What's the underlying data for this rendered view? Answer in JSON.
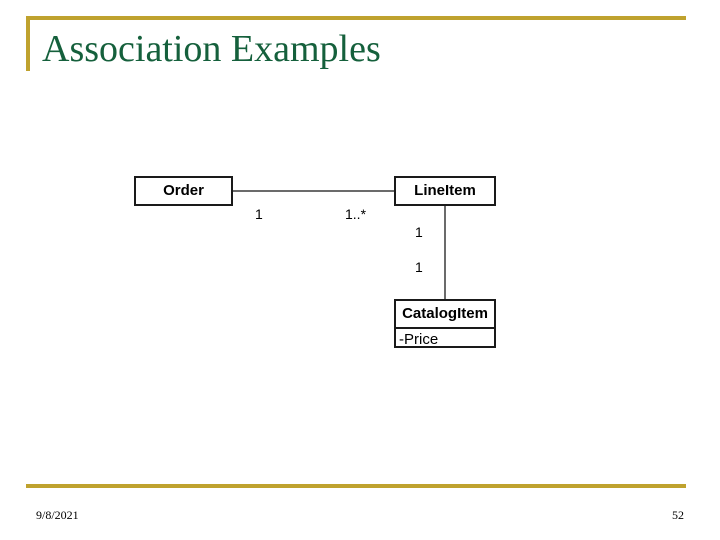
{
  "slide": {
    "title": "Association Examples",
    "title_color": "#15603C",
    "accent_color": "#BFA22E",
    "background_color": "#FFFFFF"
  },
  "footer": {
    "date": "9/8/2021",
    "page_number": "52"
  },
  "diagram": {
    "type": "uml-class-diagram",
    "classes": [
      {
        "id": "order",
        "name": "Order",
        "attributes": []
      },
      {
        "id": "lineitem",
        "name": "LineItem",
        "attributes": []
      },
      {
        "id": "catalogitem",
        "name": "CatalogItem",
        "attributes": [
          "-Price"
        ]
      }
    ],
    "associations": [
      {
        "from": "order",
        "to": "lineitem",
        "from_multiplicity": "1",
        "to_multiplicity": "1..*",
        "orientation": "horizontal"
      },
      {
        "from": "lineitem",
        "to": "catalogitem",
        "from_multiplicity": "1",
        "to_multiplicity": "1",
        "orientation": "vertical"
      }
    ],
    "line_color": "#6B6B6B",
    "box_border_color": "#1A1A1A"
  }
}
